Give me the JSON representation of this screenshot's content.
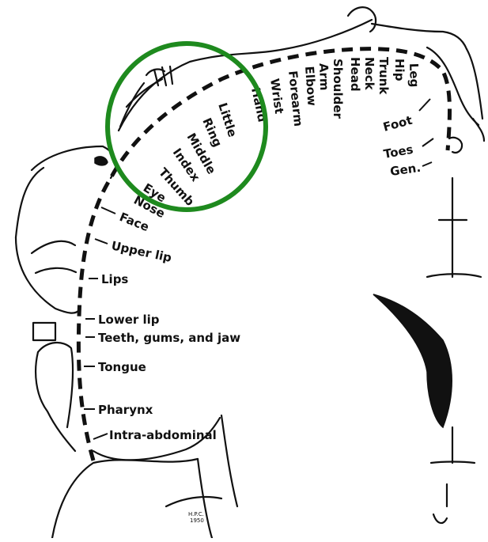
{
  "labels": {
    "trunk_and_limb": [
      "Leg",
      "Hip",
      "Trunk",
      "Neck",
      "Head",
      "Shoulder",
      "Arm",
      "Elbow",
      "Forearm",
      "Wrist",
      "Hand"
    ],
    "fingers": [
      "Little",
      "Ring",
      "Middle",
      "Index",
      "Thumb"
    ],
    "face": [
      "Eye",
      "Nose",
      "Face",
      "Upper lip",
      "Lips"
    ],
    "mouth": [
      "Lower lip",
      "Teeth, gums, and jaw",
      "Tongue",
      "Pharynx",
      "Intra-abdominal"
    ],
    "lower": [
      "Foot",
      "Toes",
      "Gen."
    ]
  },
  "highlight": {
    "color": "#1e8a1e",
    "encloses": [
      "Hand",
      "Little",
      "Ring",
      "Middle",
      "Index",
      "Thumb"
    ]
  },
  "signature": "H.P.C. 1950"
}
